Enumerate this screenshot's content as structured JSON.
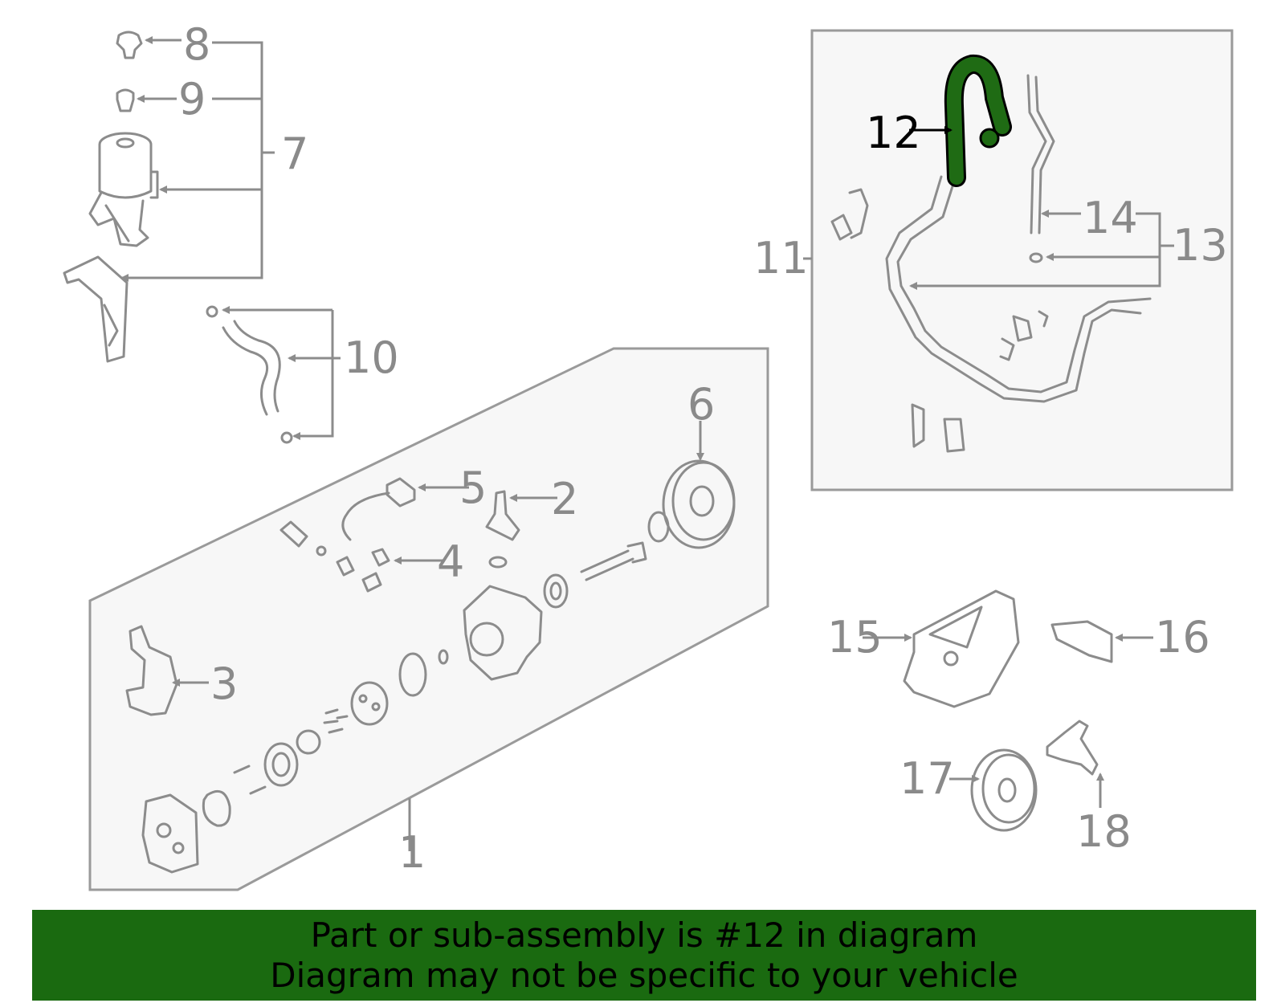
{
  "callouts": {
    "c1": "1",
    "c2": "2",
    "c3": "3",
    "c4": "4",
    "c5": "5",
    "c6": "6",
    "c7": "7",
    "c8": "8",
    "c9": "9",
    "c10": "10",
    "c11": "11",
    "c12": "12",
    "c13": "13",
    "c14": "14",
    "c15": "15",
    "c16": "16",
    "c17": "17",
    "c18": "18"
  },
  "highlight": {
    "part_number": "12",
    "color": "#1f6b14"
  },
  "colors": {
    "banner_bg": "#1a6a10",
    "line": "#8c8c8c",
    "panel": "#f7f7f7"
  },
  "banner": {
    "line1": "Part or sub-assembly is #12 in diagram",
    "line2": "Diagram may not be specific to your vehicle"
  }
}
